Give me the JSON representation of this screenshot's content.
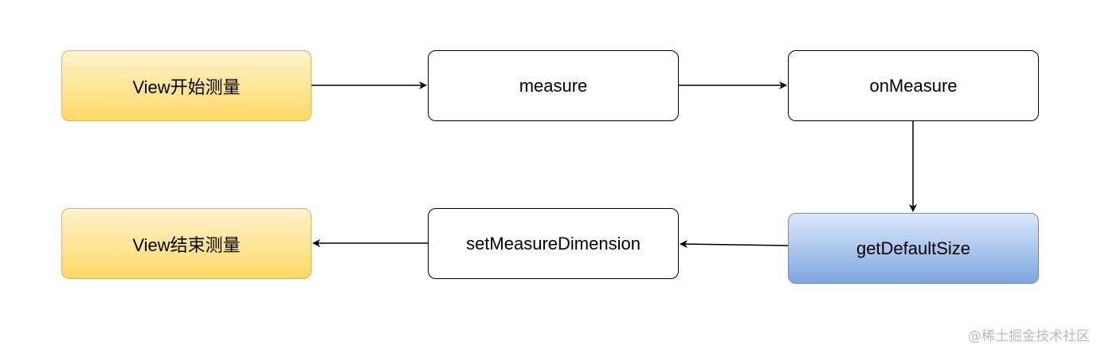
{
  "diagram": {
    "nodes": {
      "view_start": "View开始测量",
      "measure": "measure",
      "on_measure": "onMeasure",
      "get_default_size": "getDefaultSize",
      "set_measure_dimension": "setMeasureDimension",
      "view_end": "View结束测量"
    },
    "edges": [
      {
        "from": "view_start",
        "to": "measure"
      },
      {
        "from": "measure",
        "to": "on_measure"
      },
      {
        "from": "on_measure",
        "to": "get_default_size"
      },
      {
        "from": "get_default_size",
        "to": "set_measure_dimension"
      },
      {
        "from": "set_measure_dimension",
        "to": "view_end"
      }
    ],
    "colors": {
      "start_end_fill": "#ffd966",
      "start_end_border": "#d6b656",
      "highlight_fill": "#7ea6e0",
      "highlight_border": "#6c8ebf",
      "edge": "#000000"
    }
  },
  "watermark": "@稀土掘金技术社区"
}
